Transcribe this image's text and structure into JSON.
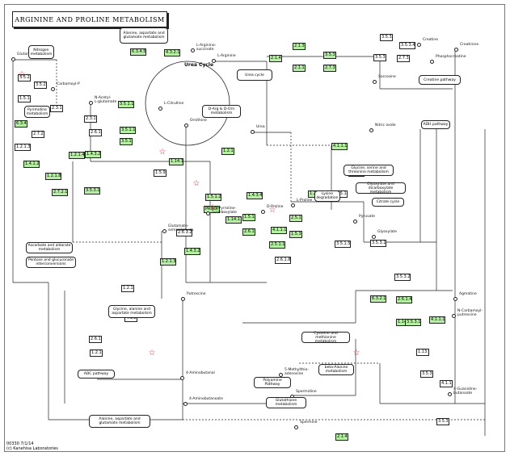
{
  "title": "ARGININE AND PROLINE METABOLISM",
  "footer": "00330 7/1/14\n(c) Kanehisa Laboratories",
  "colors": {
    "enzyme_green": "#b5f0a2",
    "marker_red": "#e0222a"
  },
  "cycle_label": "Urea Cycle",
  "enzymes": [
    {
      "t": "6.3.4.5",
      "g": true
    },
    {
      "t": "4.3.2.1",
      "g": true
    },
    {
      "t": "2.1.4.1",
      "g": true
    },
    {
      "t": "2.1.3.3",
      "g": true
    },
    {
      "t": "3.5.3.1",
      "g": true
    },
    {
      "t": "3.5.3.6",
      "g": false
    },
    {
      "t": "2.7.3.3",
      "g": false
    },
    {
      "t": "2.1.1.2",
      "g": true
    },
    {
      "t": "2.7.3.2",
      "g": true
    },
    {
      "t": "3.5.3.10",
      "g": false
    },
    {
      "t": "3.5.3.4",
      "g": false
    },
    {
      "t": "3.5.2.10",
      "g": false
    },
    {
      "t": "3.5.2.14",
      "g": false
    },
    {
      "t": "1.5.1.19",
      "g": false
    },
    {
      "t": "6.3.1.2",
      "g": true
    },
    {
      "t": "2.3.1.35",
      "g": false
    },
    {
      "t": "6.3.4.16",
      "g": true
    },
    {
      "t": "2.7.2.2",
      "g": false
    },
    {
      "t": "1.2.1.38",
      "g": false
    },
    {
      "t": "2.3.1.1",
      "g": false
    },
    {
      "t": "3.5.1.16",
      "g": true
    },
    {
      "t": "2.6.1.11",
      "g": false
    },
    {
      "t": "3.5.1.14",
      "g": true
    },
    {
      "t": "3.5.1.16",
      "g": true
    },
    {
      "t": "1.4.1.2",
      "g": true
    },
    {
      "t": "1.2.1.88",
      "g": true
    },
    {
      "t": "1.2.1.41",
      "g": true
    },
    {
      "t": "2.7.2.11",
      "g": true
    },
    {
      "t": "1.4.3.2",
      "g": true
    },
    {
      "t": "3.5.3.11",
      "g": true
    },
    {
      "t": "1.14.13.39",
      "g": true
    },
    {
      "t": "1.5.99.8",
      "g": false
    },
    {
      "t": "1.5.1.2",
      "g": true
    },
    {
      "t": "PRODH",
      "g": true
    },
    {
      "t": "1.14.11.2",
      "g": true
    },
    {
      "t": "1.5.1.2",
      "g": true
    },
    {
      "t": "2.6.1.13",
      "g": true
    },
    {
      "t": "4.1.1.17",
      "g": true
    },
    {
      "t": "2.5.1.16",
      "g": true
    },
    {
      "t": "2.5.1.22",
      "g": true
    },
    {
      "t": "1.5.3.16",
      "g": true
    },
    {
      "t": "2.6.1.82",
      "g": false
    },
    {
      "t": "4.1.1.19",
      "g": true
    },
    {
      "t": "2.3.1.57",
      "g": true
    },
    {
      "t": "1.2.1.88",
      "g": true
    },
    {
      "t": "3.5.1.62",
      "g": false
    },
    {
      "t": "1.4.3.4",
      "g": true
    },
    {
      "t": "1.2.1.19",
      "g": true
    },
    {
      "t": "2.6.1.29",
      "g": false
    },
    {
      "t": "1.4.3.22",
      "g": true
    },
    {
      "t": "1.2.1.3",
      "g": true
    },
    {
      "t": "3.5.1.53",
      "g": false
    },
    {
      "t": "3.5.3.12",
      "g": false
    },
    {
      "t": "3.5.3.23",
      "g": false
    },
    {
      "t": "6.3.2.11",
      "g": true
    },
    {
      "t": "2.6.1.44",
      "g": true
    },
    {
      "t": "1.13.12.1",
      "g": false
    },
    {
      "t": "3.5.3.7",
      "g": false
    },
    {
      "t": "4.1.1.75",
      "g": false
    },
    {
      "t": "2.1.4.1",
      "g": true
    },
    {
      "t": "3.5.3.1",
      "g": false
    },
    {
      "t": "1.14.13.39",
      "g": true
    },
    {
      "t": "4.1.1.19",
      "g": true
    },
    {
      "t": "3.5.3.11",
      "g": true
    },
    {
      "t": "1.2.1.54",
      "g": false
    },
    {
      "t": "4.1.2.2",
      "g": false
    },
    {
      "t": "2.6.1.81",
      "g": false
    },
    {
      "t": "1.2.1.71",
      "g": false
    }
  ],
  "compounds": [
    {
      "t": "Glutamate"
    },
    {
      "t": "N-Acetyl-\nL-glutamate"
    },
    {
      "t": "L-Citrulline"
    },
    {
      "t": "L-Arginino-\nsuccinate"
    },
    {
      "t": "L-Arginine"
    },
    {
      "t": "Ornithine"
    },
    {
      "t": "Urea"
    },
    {
      "t": "Putrescine"
    },
    {
      "t": "Spermidine"
    },
    {
      "t": "Spermine"
    },
    {
      "t": "L-Proline"
    },
    {
      "t": "D-Proline"
    },
    {
      "t": "Creatine"
    },
    {
      "t": "Creatinine"
    },
    {
      "t": "Sarcosine"
    },
    {
      "t": "Agmatine"
    },
    {
      "t": "Glutamate-\nsemialdehyde"
    },
    {
      "t": "4-Aminobutanal"
    },
    {
      "t": "4-Aminobutanoate"
    },
    {
      "t": "Carbamoyl-P"
    },
    {
      "t": "L-1-Pyrroline-\n5-carboxylate"
    },
    {
      "t": "Nitric oxide"
    },
    {
      "t": "Pyruvate"
    },
    {
      "t": "Glyoxylate"
    },
    {
      "t": "4-Guanidino-\nbutanoate"
    },
    {
      "t": "5-Methylthio-\nadenosine"
    },
    {
      "t": "Phosphocreatine"
    },
    {
      "t": "N-Carbamoyl-\nputrescine"
    }
  ],
  "maps": [
    {
      "t": "Alanine, aspartate and\nglutamate metabolism"
    },
    {
      "t": "Nitrogen\nmetabolism"
    },
    {
      "t": "Pyrimidine\nmetabolism"
    },
    {
      "t": "Urea cycle"
    },
    {
      "t": "D-Arg & D-Orn\nmetabolism"
    },
    {
      "t": "Creatine pathway"
    },
    {
      "t": "ADH pathway"
    },
    {
      "t": "Lysine\ndegradation"
    },
    {
      "t": "Glycine, serine and\nthreonine metabolism"
    },
    {
      "t": "Glyoxylate and\ndicarboxylate metabolism"
    },
    {
      "t": "Ascorbate and aldarate\nmetabolism"
    },
    {
      "t": "Pentose and glucuronate\ninterconversions"
    },
    {
      "t": "Glycine, alanine and\naspartate metabolism"
    },
    {
      "t": "Glutathione\nmetabolism"
    },
    {
      "t": "beta-Alanine\nmetabolism"
    },
    {
      "t": "Cysteine and methionine\nmetabolism"
    },
    {
      "t": "Polyamine\nPathway"
    },
    {
      "t": "ADC pathway"
    },
    {
      "t": "Citrate cycle"
    },
    {
      "t": "Alanine, aspartate and\nglutamate metabolism"
    }
  ]
}
